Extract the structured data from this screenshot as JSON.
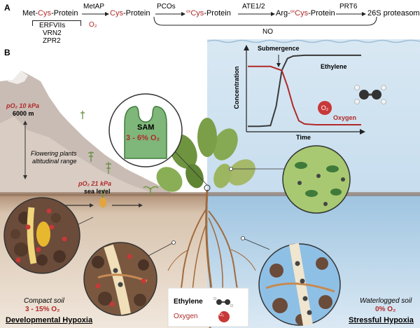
{
  "panel_a": {
    "label": "A",
    "met": "Met-",
    "cys1": "Cys",
    "protein1": "-Protein",
    "erfviis": "ERFVIIs",
    "vrn2": "VRN2",
    "zpr2": "ZPR2",
    "metap": "MetAP",
    "o2": "O₂",
    "cys2": "Cys",
    "protein2": "-Protein",
    "pcos": "PCOs",
    "ox1": "ox",
    "cys3": "Cys",
    "protein3": "-Protein",
    "ate": "ATE1/2",
    "arg": "Arg-",
    "ox2": "ox",
    "cys4": "Cys",
    "protein4": "-Protein",
    "prt6": "PRT6",
    "proteasome": "26S proteasome",
    "no": "NO"
  },
  "panel_b": {
    "label": "B",
    "po2_high_label": "pO₂ 10 kPa",
    "altitude": "6000 m",
    "flowering_1": "Flowering plants",
    "flowering_2": "altitudinal range",
    "po2_sea_label": "pO₂ 21 kPa",
    "sea_level": "sea level",
    "sam_title": "SAM",
    "sam_o2": "3 - 6% O₂",
    "compact_soil": "Compact soil",
    "compact_o2": "3 - 15% O₂",
    "dev_hypoxia": "Developmental Hypoxia",
    "waterlogged_soil": "Waterlogged soil",
    "waterlogged_o2": "0% O₂",
    "stress_hypoxia": "Stressful Hypoxia",
    "legend_ethylene": "Ethylene",
    "legend_oxygen": "Oxygen",
    "o2_badge": "O₂"
  },
  "chart_data": {
    "type": "line",
    "xlabel": "Time",
    "ylabel": "Concentration",
    "annotation": "Submergence",
    "badge": "O₂",
    "series": [
      {
        "name": "Ethylene",
        "color": "#3a3a3a",
        "x": [
          0,
          1,
          2,
          2.5,
          3,
          3.5,
          4,
          5,
          6,
          7,
          8,
          9,
          10
        ],
        "values": [
          0.05,
          0.05,
          0.06,
          0.3,
          0.75,
          0.9,
          0.93,
          0.94,
          0.94,
          0.94,
          0.94,
          0.94,
          0.94
        ]
      },
      {
        "name": "Oxygen",
        "color": "#b02a2a",
        "x": [
          0,
          1,
          2,
          3,
          3.5,
          4,
          4.5,
          5,
          6,
          7,
          8,
          9,
          10
        ],
        "values": [
          0.8,
          0.8,
          0.8,
          0.75,
          0.55,
          0.3,
          0.12,
          0.08,
          0.07,
          0.07,
          0.07,
          0.07,
          0.07
        ]
      }
    ],
    "xlim": [
      0,
      10
    ],
    "ylim": [
      0,
      1
    ]
  },
  "colors": {
    "red": "#b02a2a",
    "water": "#c7dff0",
    "soil_light": "#e8dccb",
    "soil_dark": "#a08062",
    "leaf": "#7c9e4b",
    "sam_green": "#6fa86b"
  }
}
